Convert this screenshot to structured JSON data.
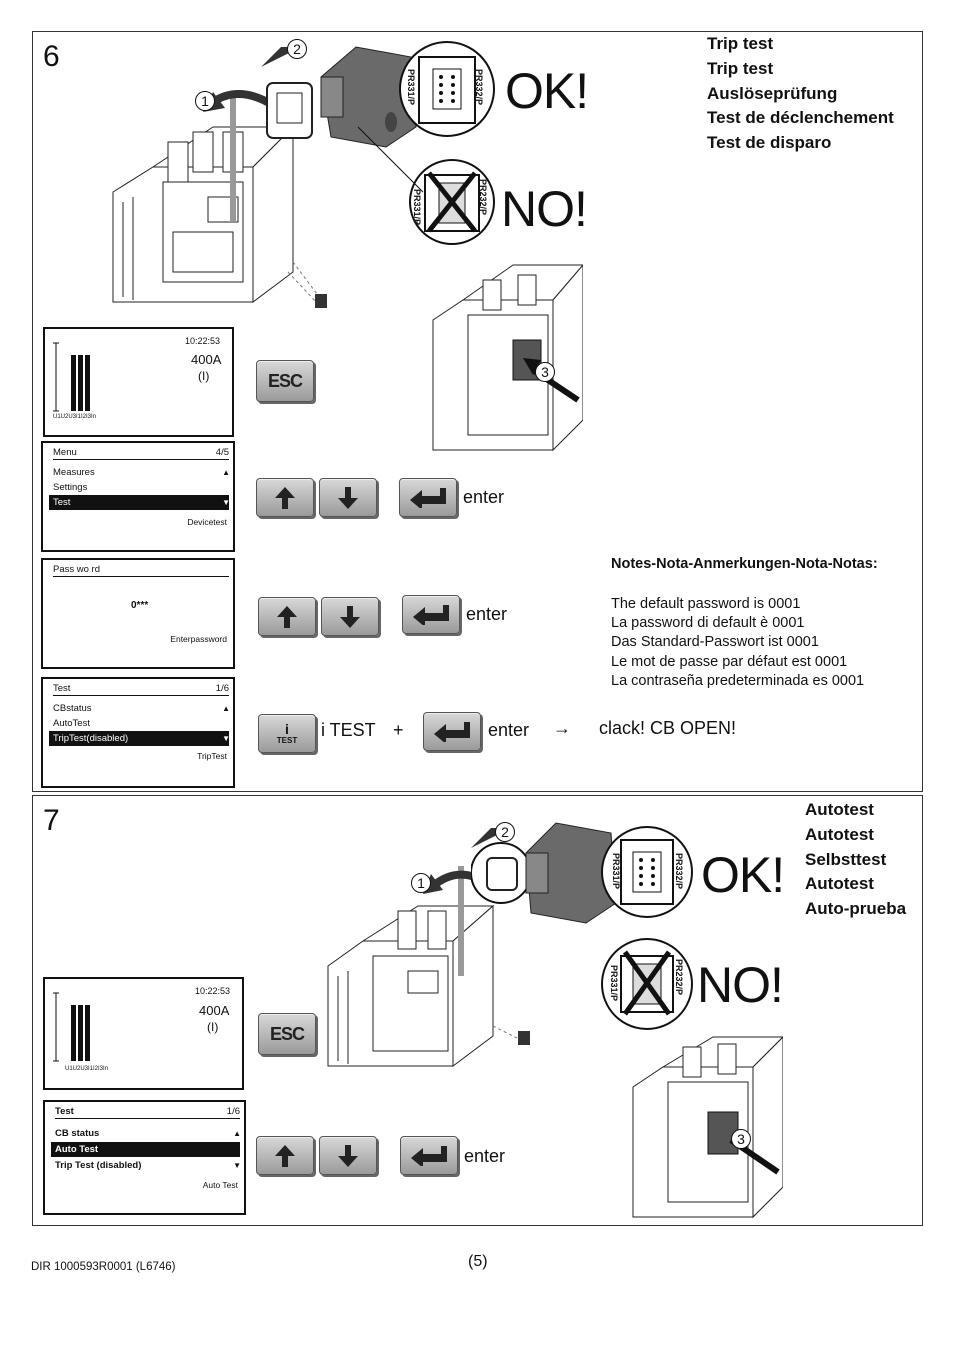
{
  "step6": {
    "number": "6",
    "titles": [
      "Trip test",
      "Trip test",
      "Auslöseprüfung",
      "Test de déclenchement",
      "Test de disparo"
    ],
    "ok": "OK!",
    "no": "NO!",
    "connector_ok": {
      "left": "PR331/P",
      "right": "PR332/P"
    },
    "connector_no": {
      "left": "PR331/P",
      "right": "PR232/P"
    },
    "callouts": [
      "1",
      "2",
      "3"
    ],
    "lcd_main": {
      "time": "10:22:53",
      "current": "400A",
      "unit": "(I)",
      "bar_labels": "U1U2U3I1I2I3In"
    },
    "lcd_menu": {
      "title": "Menu",
      "page": "4/5",
      "items": [
        "Measures",
        "Settings",
        "Test"
      ],
      "selected": 2,
      "footer": "Devicetest"
    },
    "lcd_password": {
      "title": "Pass wo rd",
      "value": "0***",
      "footer": "Enterpassword"
    },
    "lcd_test": {
      "title": "Test",
      "page": "1/6",
      "items": [
        "CBstatus",
        "AutoTest",
        "TripTest(disabled)"
      ],
      "selected": 2,
      "footer": "TripTest"
    },
    "esc_label": "ESC",
    "enter_label": "enter",
    "itest_label": "i TEST",
    "itest_key": "TEST",
    "plus": "+",
    "arrow": "→",
    "result": "clack! CB OPEN!",
    "notes_title": "Notes-Nota-Anmerkungen-Nota-Notas:",
    "notes": [
      "The default password is 0001",
      "La password di default è 0001",
      "Das Standard-Passwort ist 0001",
      "Le mot de passe par défaut est 0001",
      "La contraseña predeterminada es 0001"
    ]
  },
  "step7": {
    "number": "7",
    "titles": [
      "Autotest",
      "Autotest",
      "Selbsttest",
      "Autotest",
      "Auto-prueba"
    ],
    "ok": "OK!",
    "no": "NO!",
    "connector_ok": {
      "left": "PR331/P",
      "right": "PR332/P"
    },
    "connector_no": {
      "left": "PR331/P",
      "right": "PR232/P"
    },
    "callouts": [
      "1",
      "2",
      "3"
    ],
    "lcd_main": {
      "time": "10:22:53",
      "current": "400A",
      "unit": "(I)",
      "bar_labels": "U1U2U3I1I2I3In"
    },
    "lcd_test": {
      "title": "Test",
      "page": "1/6",
      "items": [
        "CB status",
        "Auto Test",
        "Trip Test (disabled)"
      ],
      "selected": 1,
      "footer": "Auto Test"
    },
    "esc_label": "ESC",
    "enter_label": "enter"
  },
  "footer": {
    "doc": "DIR 1000593R0001 (L6746)",
    "page": "(5)"
  }
}
